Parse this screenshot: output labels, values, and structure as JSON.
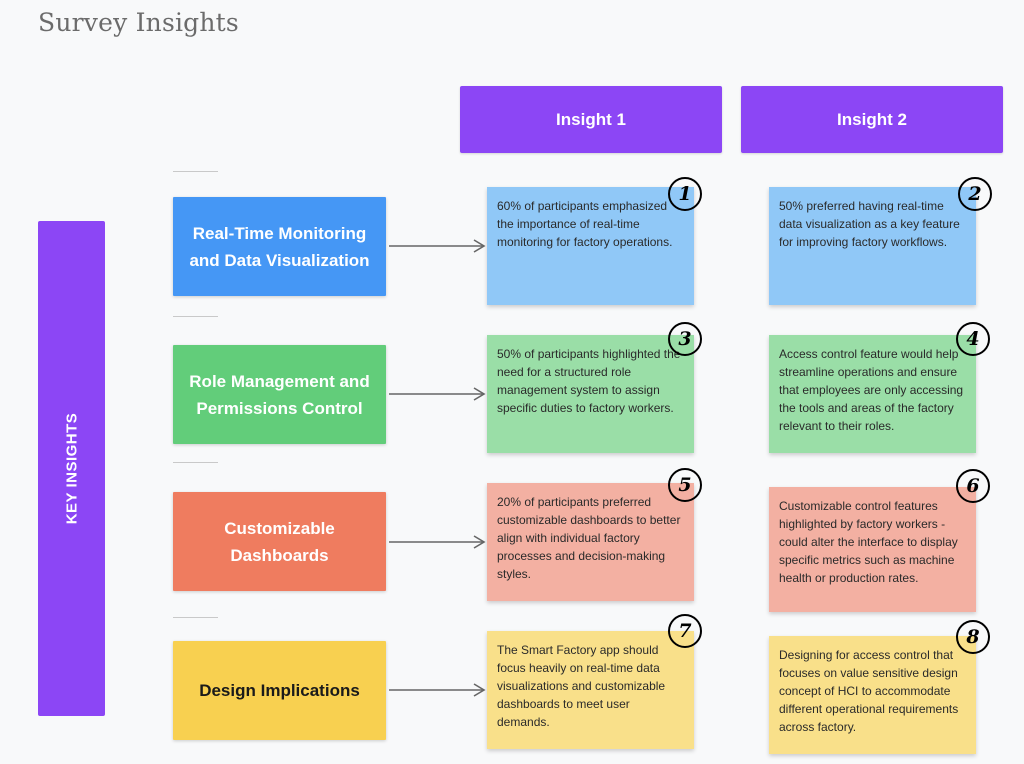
{
  "board": {
    "title": "Survey Insights"
  },
  "side_label": "KEY INSIGHTS",
  "columns": [
    "Insight 1",
    "Insight 2"
  ],
  "colors": {
    "purple": "#8c46f5",
    "blue": "#4597f5",
    "green": "#62cd7a",
    "red": "#ef7c5f",
    "yellow": "#f8d050",
    "note_blue": "#90c8f7",
    "note_green": "#9adea7",
    "note_red": "#f3b0a2",
    "note_yellow": "#f9e08a"
  },
  "rows": [
    {
      "category": "Real-Time Monitoring and Data Visualization",
      "insight1": {
        "number": "1",
        "text": "60% of participants emphasized the importance of real-time monitoring for factory operations."
      },
      "insight2": {
        "number": "2",
        "text": "50% preferred having real-time data visualization as a key feature for improving factory workflows."
      }
    },
    {
      "category": "Role Management and Permissions Control",
      "insight1": {
        "number": "3",
        "text": "50% of participants highlighted the need for a structured role management system to assign specific duties to factory workers."
      },
      "insight2": {
        "number": "4",
        "text": "Access control feature would help streamline operations and ensure that employees are only accessing the tools and areas of the factory relevant to their roles."
      }
    },
    {
      "category": "Customizable Dashboards",
      "insight1": {
        "number": "5",
        "text": "20% of participants preferred customizable dashboards to better align with individual factory processes and decision-making styles."
      },
      "insight2": {
        "number": "6",
        "text": "Customizable control features highlighted by factory workers - could alter the interface to display specific metrics such as machine health or production rates."
      }
    },
    {
      "category": "Design Implications",
      "insight1": {
        "number": "7",
        "text": "The Smart Factory app should focus heavily on real-time data visualizations and customizable dashboards to meet user demands."
      },
      "insight2": {
        "number": "8",
        "text": "Designing for access control that focuses on value sensitive design concept of HCI to accommodate different operational requirements across factory."
      }
    }
  ]
}
